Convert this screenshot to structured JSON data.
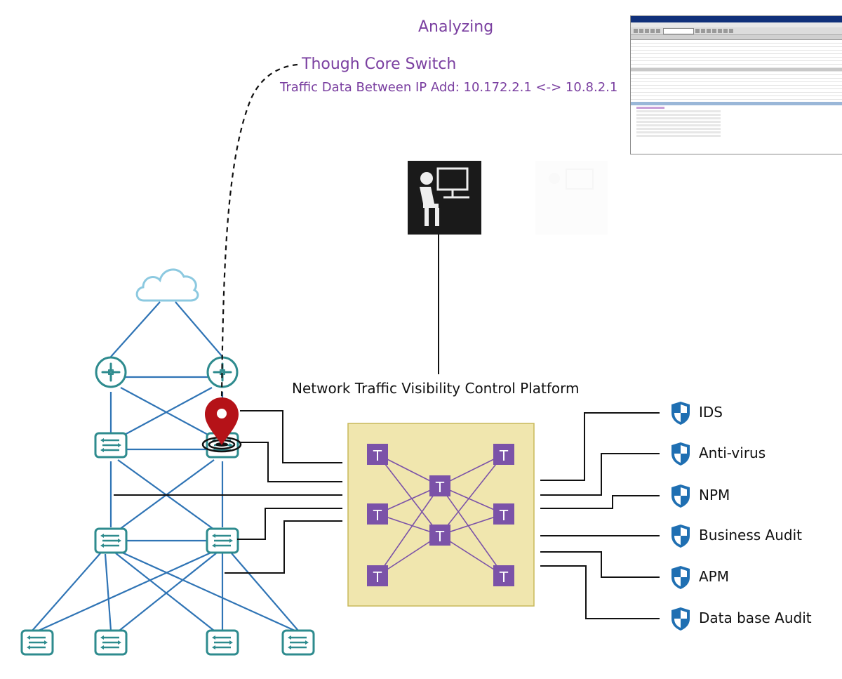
{
  "texts": {
    "analyzing": "Analyzing",
    "core_switch": "Though Core Switch",
    "traffic_data": "Traffic Data Between IP Add: 10.172.2.1 <-> 10.8.2.1",
    "platform_title": "Network Traffic Visibility Control Platform"
  },
  "tap_letter": "T",
  "security_tools": [
    "IDS",
    "Anti-virus",
    "NPM",
    "Business Audit",
    "APM",
    "Data base Audit"
  ],
  "colors": {
    "annotation_purple": "#7a3fa0",
    "network_teal": "#2e8b8e",
    "link_blue": "#2f74b5",
    "platform_fill": "#f0e6ae",
    "tap_purple": "#7b52a8",
    "shield_blue": "#1f6fb2",
    "pin_red": "#b51218",
    "cloud_blue": "#8cc9e0"
  },
  "icons": {
    "cloud": "cloud-icon",
    "router": "router-icon",
    "switch": "switch-icon",
    "pin": "location-pin-icon",
    "operator": "operator-workstation-icon",
    "shield": "shield-icon"
  }
}
